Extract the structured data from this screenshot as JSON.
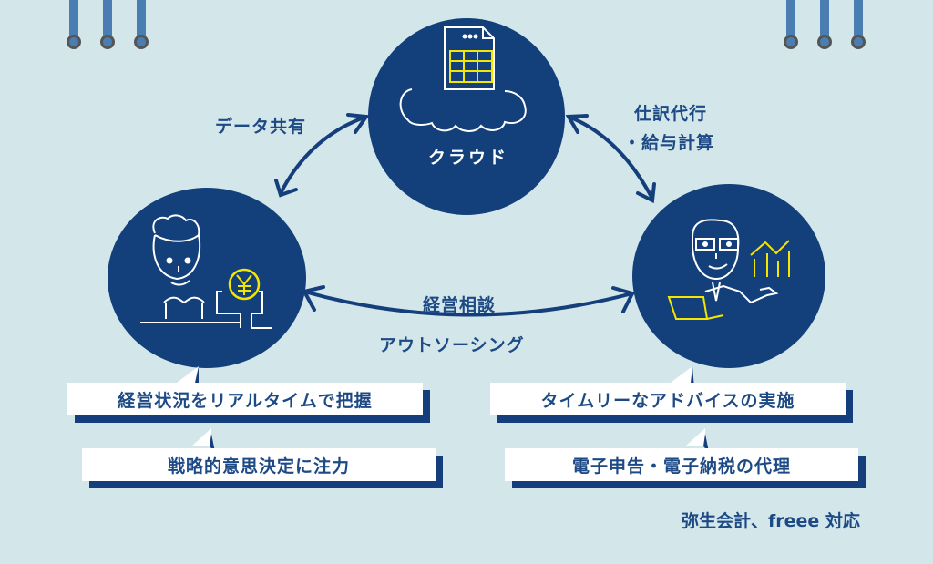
{
  "colors": {
    "background": "#d3e6e9",
    "navy": "#133f7b",
    "text": "#1d4a85",
    "accent_yellow": "#f5e600",
    "pin_blue": "#4a7eb2",
    "pin_ring": "#555555",
    "white": "#ffffff"
  },
  "nodes": {
    "cloud": {
      "label": "クラウド",
      "icon": "cloud-spreadsheet-icon"
    },
    "client": {
      "icon": "businessman-with-yen-icon"
    },
    "accountant": {
      "icon": "accountant-with-chart-icon"
    }
  },
  "connections": {
    "client_cloud": {
      "label": "データ共有"
    },
    "cloud_accountant": {
      "label_line1": "仕訳代行",
      "label_line2": "・給与計算"
    },
    "client_accountant": {
      "label_top": "経営相談",
      "label_bottom": "アウトソーシング"
    }
  },
  "callouts": {
    "left": [
      "経営状況をリアルタイムで把握",
      "戦略的意思決定に注力"
    ],
    "right": [
      "タイムリーなアドバイスの実施",
      "電子申告・電子納税の代理"
    ]
  },
  "note": "弥生会計、freee 対応"
}
